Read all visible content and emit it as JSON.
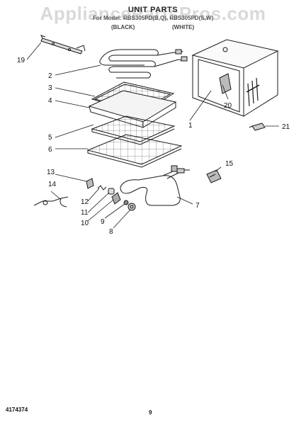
{
  "header": {
    "title": "UNIT PARTS",
    "model_line": "For Model: RBS305PD(B,Q), RBS305PD(S,W)",
    "color_black": "(BLACK)",
    "color_white": "(WHITE)"
  },
  "watermark": "AppliancePartsPros.com",
  "callouts": [
    "19",
    "2",
    "3",
    "4",
    "5",
    "6",
    "1",
    "20",
    "21",
    "13",
    "14",
    "12",
    "11",
    "10",
    "9",
    "8",
    "7",
    "15"
  ],
  "footer": {
    "doc_number": "4174374",
    "page_number": "9"
  },
  "colors": {
    "line": "#1a1a1a",
    "background": "#ffffff",
    "watermark": "#aaaaaa"
  }
}
